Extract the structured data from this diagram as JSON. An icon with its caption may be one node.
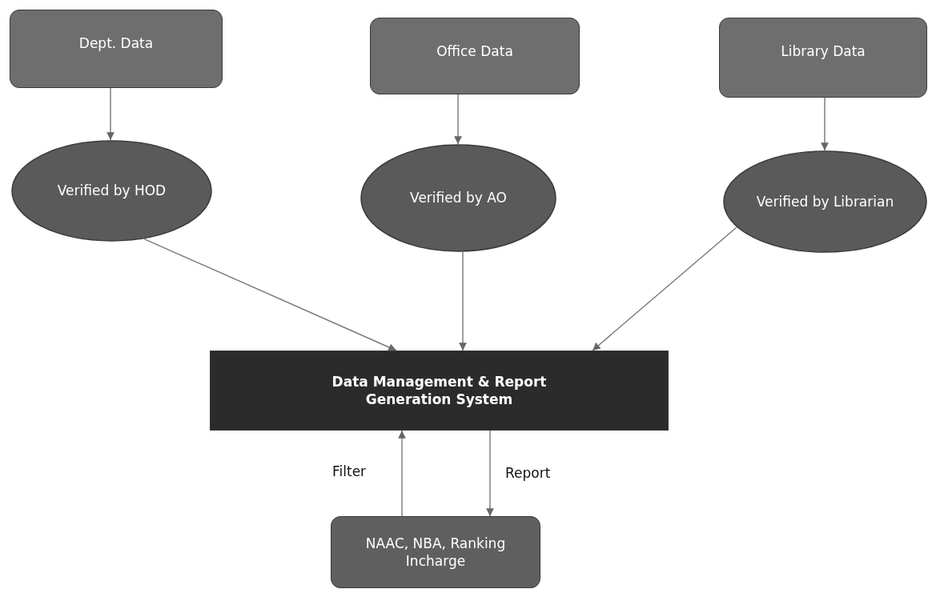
{
  "diagram": {
    "nodes": [
      {
        "text": [
          "Dept. Data"
        ]
      },
      {
        "text": [
          "Office Data"
        ]
      },
      {
        "text": [
          "Library Data"
        ]
      },
      {
        "text": [
          "Verified by HOD"
        ]
      },
      {
        "text": [
          "Verified by AO"
        ]
      },
      {
        "text": [
          "Verified by Librarian"
        ]
      },
      {
        "text": [
          "Data Management & Report Generation System"
        ]
      },
      {
        "text": [
          "NAAC, NBA, Ranking Incharge"
        ]
      }
    ],
    "edges": [
      {
        "from": 0,
        "to": 3,
        "arrow": "to"
      },
      {
        "from": 1,
        "to": 4,
        "arrow": "to"
      },
      {
        "from": 2,
        "to": 5,
        "arrow": "to"
      },
      {
        "from": 3,
        "to": 6,
        "arrow": "to"
      },
      {
        "from": 4,
        "to": 6,
        "arrow": "to"
      },
      {
        "from": 5,
        "to": 6,
        "arrow": "to"
      },
      {
        "from": 7,
        "to": 6,
        "arrow": "to",
        "label": "Filter"
      },
      {
        "from": 6,
        "to": 7,
        "arrow": "to",
        "label": "Report"
      }
    ]
  }
}
